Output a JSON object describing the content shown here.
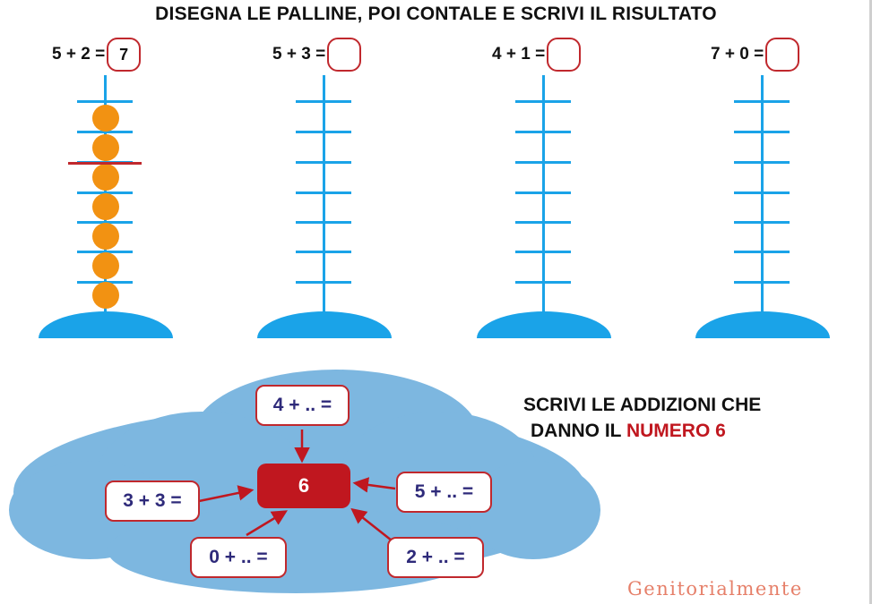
{
  "title": "DISEGNA LE PALLINE, POI CONTALE E SCRIVI IL RISULTATO",
  "exercises": [
    {
      "equation": "5 + 2 =",
      "answer": "7",
      "beads": 7
    },
    {
      "equation": "5 + 3 =",
      "answer": "",
      "beads": 0
    },
    {
      "equation": "4 + 1 =",
      "answer": "",
      "beads": 0
    },
    {
      "equation": "7 + 0 =",
      "answer": "",
      "beads": 0
    }
  ],
  "cloud": {
    "center": "6",
    "sums": [
      "4 + .. =",
      "3 + 3 =",
      "5 + .. =",
      "0 + .. =",
      "2 + .. ="
    ]
  },
  "instruction": {
    "line1": "SCRIVI LE ADDIZIONI CHE",
    "line2_prefix": "DANNO IL",
    "line2_highlight": "NUMERO 6"
  },
  "brand": "Genitorialmente",
  "colors": {
    "pole": "#1aa3e8",
    "bead": "#f29212",
    "accent_red": "#c0171f",
    "cloud": "#7db7e0",
    "sum_text": "#2e2a7a",
    "brand": "#e6806a"
  }
}
